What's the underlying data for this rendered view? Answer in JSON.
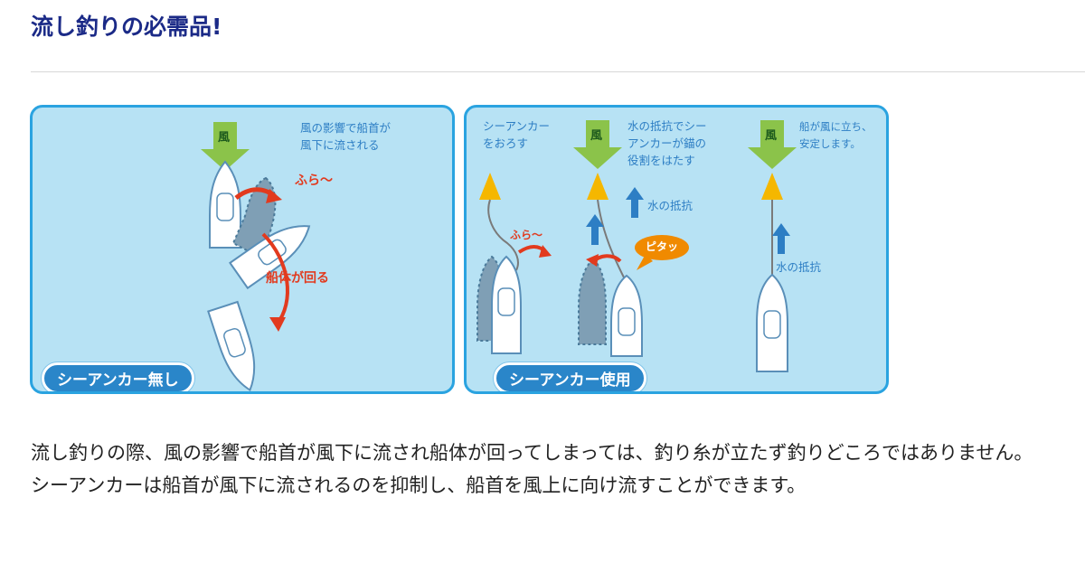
{
  "page_title": "流し釣りの必需品!",
  "diagram": {
    "left_panel": {
      "caption": "シーアンカー無し",
      "wind_label": "風",
      "note": [
        "風の影響で船首が",
        "風下に流される"
      ],
      "fura": "ふら～",
      "rotate": "船体が回る"
    },
    "right_panel": {
      "caption": "シーアンカー使用",
      "step1": [
        "シーアンカー",
        "をおろす"
      ],
      "fura": "ふら～",
      "wind_label_2": "風",
      "step2": [
        "水の抵抗でシー",
        "アンカーが錨の",
        "役割をはたす"
      ],
      "water_resistance": "水の抵抗",
      "pitatto": "ピタッ",
      "wind_label_3": "風",
      "step3": [
        "船が風に立ち、",
        "安定します。"
      ],
      "water_resistance_2": "水の抵抗"
    }
  },
  "body": {
    "line1": "流し釣りの際、風の影響で船首が風下に流され船体が回ってしまっては、釣り糸が立たず釣りどころではありません。",
    "line2": "シーアンカーは船首が風下に流されるのを抑制し、船首を風上に向け流すことができます。"
  },
  "colors": {
    "title": "#1b2a87",
    "panel_bg": "#b7e2f4",
    "panel_border": "#2aa3e0",
    "wind_arrow": "#8bc34a",
    "red_arrow": "#e23a1e",
    "blue_arrow": "#2d7ec4",
    "anchor": "#f5b700"
  }
}
